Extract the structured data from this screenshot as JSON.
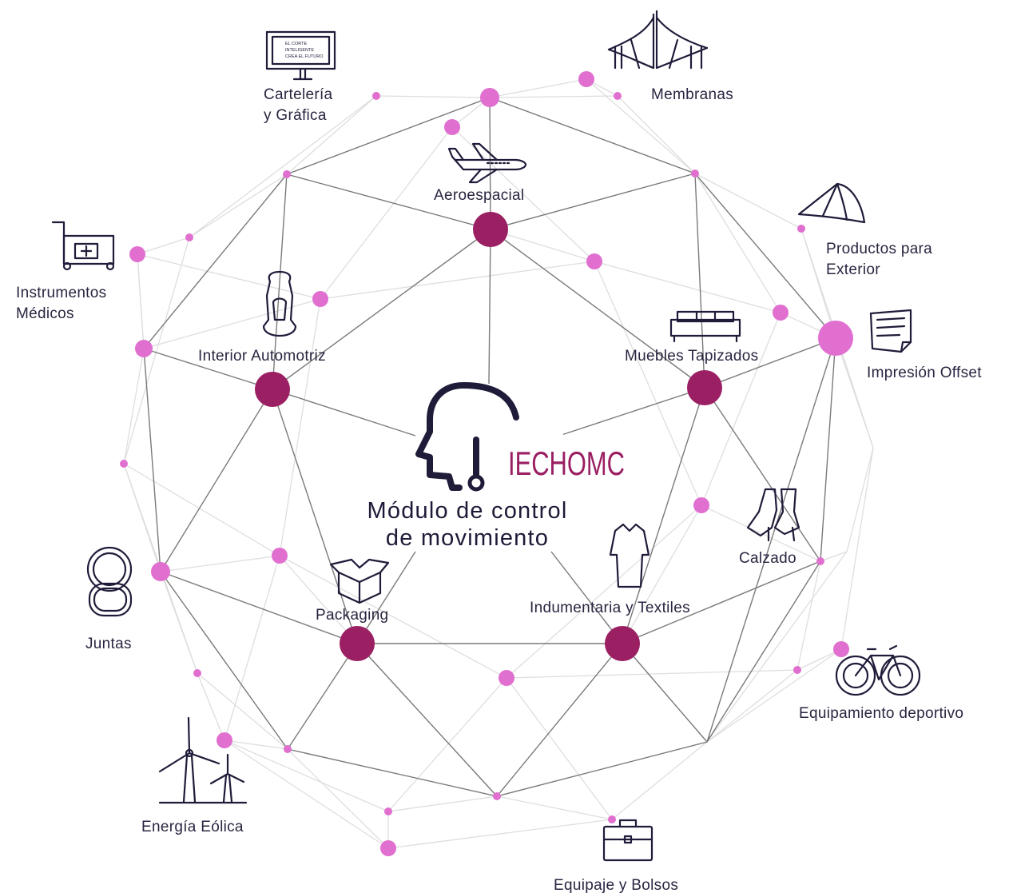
{
  "center": {
    "brand": "IECHOMC",
    "title_line1": "Módulo de control",
    "title_line2": "de movimiento"
  },
  "signage_text": [
    "EL CORTE",
    "INTELIGENTE",
    "CREA EL FUTURO"
  ],
  "industries": {
    "carteleria_line1": "Cartelería",
    "carteleria_line2": "y Gráfica",
    "membranas": "Membranas",
    "aeroespacial": "Aeroespacial",
    "productos_exterior_line1": "Productos para",
    "productos_exterior_line2": "Exterior",
    "instrumentos_line1": "Instrumentos",
    "instrumentos_line2": "Médicos",
    "interior_automotriz": "Interior Automotriz",
    "muebles_tapizados": "Muebles Tapizados",
    "impresion_offset": "Impresión Offset",
    "calzado": "Calzado",
    "juntas": "Juntas",
    "packaging": "Packaging",
    "indumentaria": "Indumentaria y Textiles",
    "equipamiento_deportivo": "Equipamiento deportivo",
    "energia_eolica": "Energía Eólica",
    "equipaje": "Equipaje y Bolsos"
  },
  "colors": {
    "hub_dark": "#9a1f63",
    "node_pink": "#e06fd0",
    "edge_dark": "#7a7a7a",
    "edge_light": "#dedede",
    "ink": "#1f1c3a"
  }
}
